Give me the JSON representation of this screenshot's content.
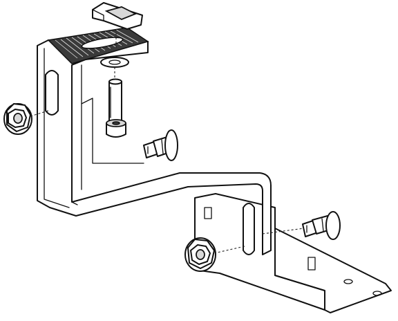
{
  "figure": {
    "colors": {
      "line": "#111111",
      "background": "#ffffff",
      "shade": "#d8d8d8",
      "texture": "#3a3a3a"
    },
    "components": [
      {
        "name": "rail-clamp-nut",
        "icon": "slot-nut-icon"
      },
      {
        "name": "hook-bracket-upper",
        "icon": "bracket-icon"
      },
      {
        "name": "serrated-top-plate",
        "icon": "serrated-plate-icon"
      },
      {
        "name": "washer",
        "icon": "washer-icon"
      },
      {
        "name": "socket-head-bolt",
        "icon": "bolt-icon"
      },
      {
        "name": "hex-flange-nut-left",
        "icon": "hex-nut-icon"
      },
      {
        "name": "carriage-bolt-upper",
        "icon": "carriage-bolt-icon"
      },
      {
        "name": "base-plate",
        "icon": "base-plate-icon"
      },
      {
        "name": "hex-flange-nut-lower",
        "icon": "hex-nut-icon"
      },
      {
        "name": "carriage-bolt-lower",
        "icon": "carriage-bolt-icon"
      }
    ]
  }
}
